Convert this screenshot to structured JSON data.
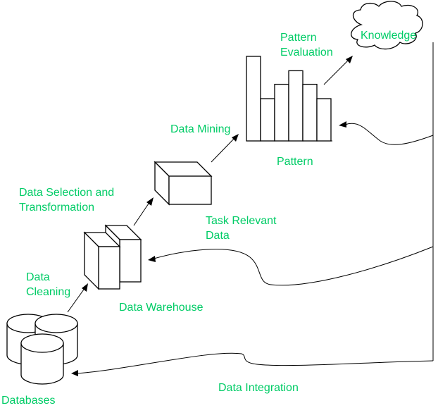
{
  "diagram": {
    "title": "Knowledge discovery process",
    "label_color": "#00cc66",
    "stroke_color": "#000000",
    "stages": [
      {
        "id": "databases",
        "label": "Databases",
        "icon": "database-cylinders-icon"
      },
      {
        "id": "data-warehouse",
        "label": "Data Warehouse",
        "icon": "warehouse-blocks-icon"
      },
      {
        "id": "task-relevant-data",
        "label_lines": [
          "Task Relevant",
          "Data"
        ],
        "icon": "cube-icon"
      },
      {
        "id": "pattern",
        "label": "Pattern",
        "icon": "bar-pattern-icon"
      },
      {
        "id": "knowledge",
        "label": "Knowledge",
        "icon": "cloud-icon"
      }
    ],
    "steps": [
      {
        "id": "data-cleaning",
        "label_lines": [
          "Data",
          "Cleaning"
        ],
        "from": "databases",
        "to": "data-warehouse"
      },
      {
        "id": "data-selection",
        "label_lines": [
          "Data Selection and",
          "Transformation"
        ],
        "from": "data-warehouse",
        "to": "task-relevant-data"
      },
      {
        "id": "data-mining",
        "label": "Data Mining",
        "from": "task-relevant-data",
        "to": "pattern"
      },
      {
        "id": "pattern-evaluation",
        "label_lines": [
          "Pattern",
          "Evaluation"
        ],
        "from": "pattern",
        "to": "knowledge"
      },
      {
        "id": "data-integration",
        "label": "Data Integration",
        "from": "knowledge",
        "to": "databases"
      }
    ],
    "feedback_targets": [
      "pattern",
      "data-warehouse",
      "databases"
    ],
    "pattern_bars_relative": [
      1.0,
      0.5,
      0.67,
      0.83,
      0.67,
      0.5
    ]
  }
}
